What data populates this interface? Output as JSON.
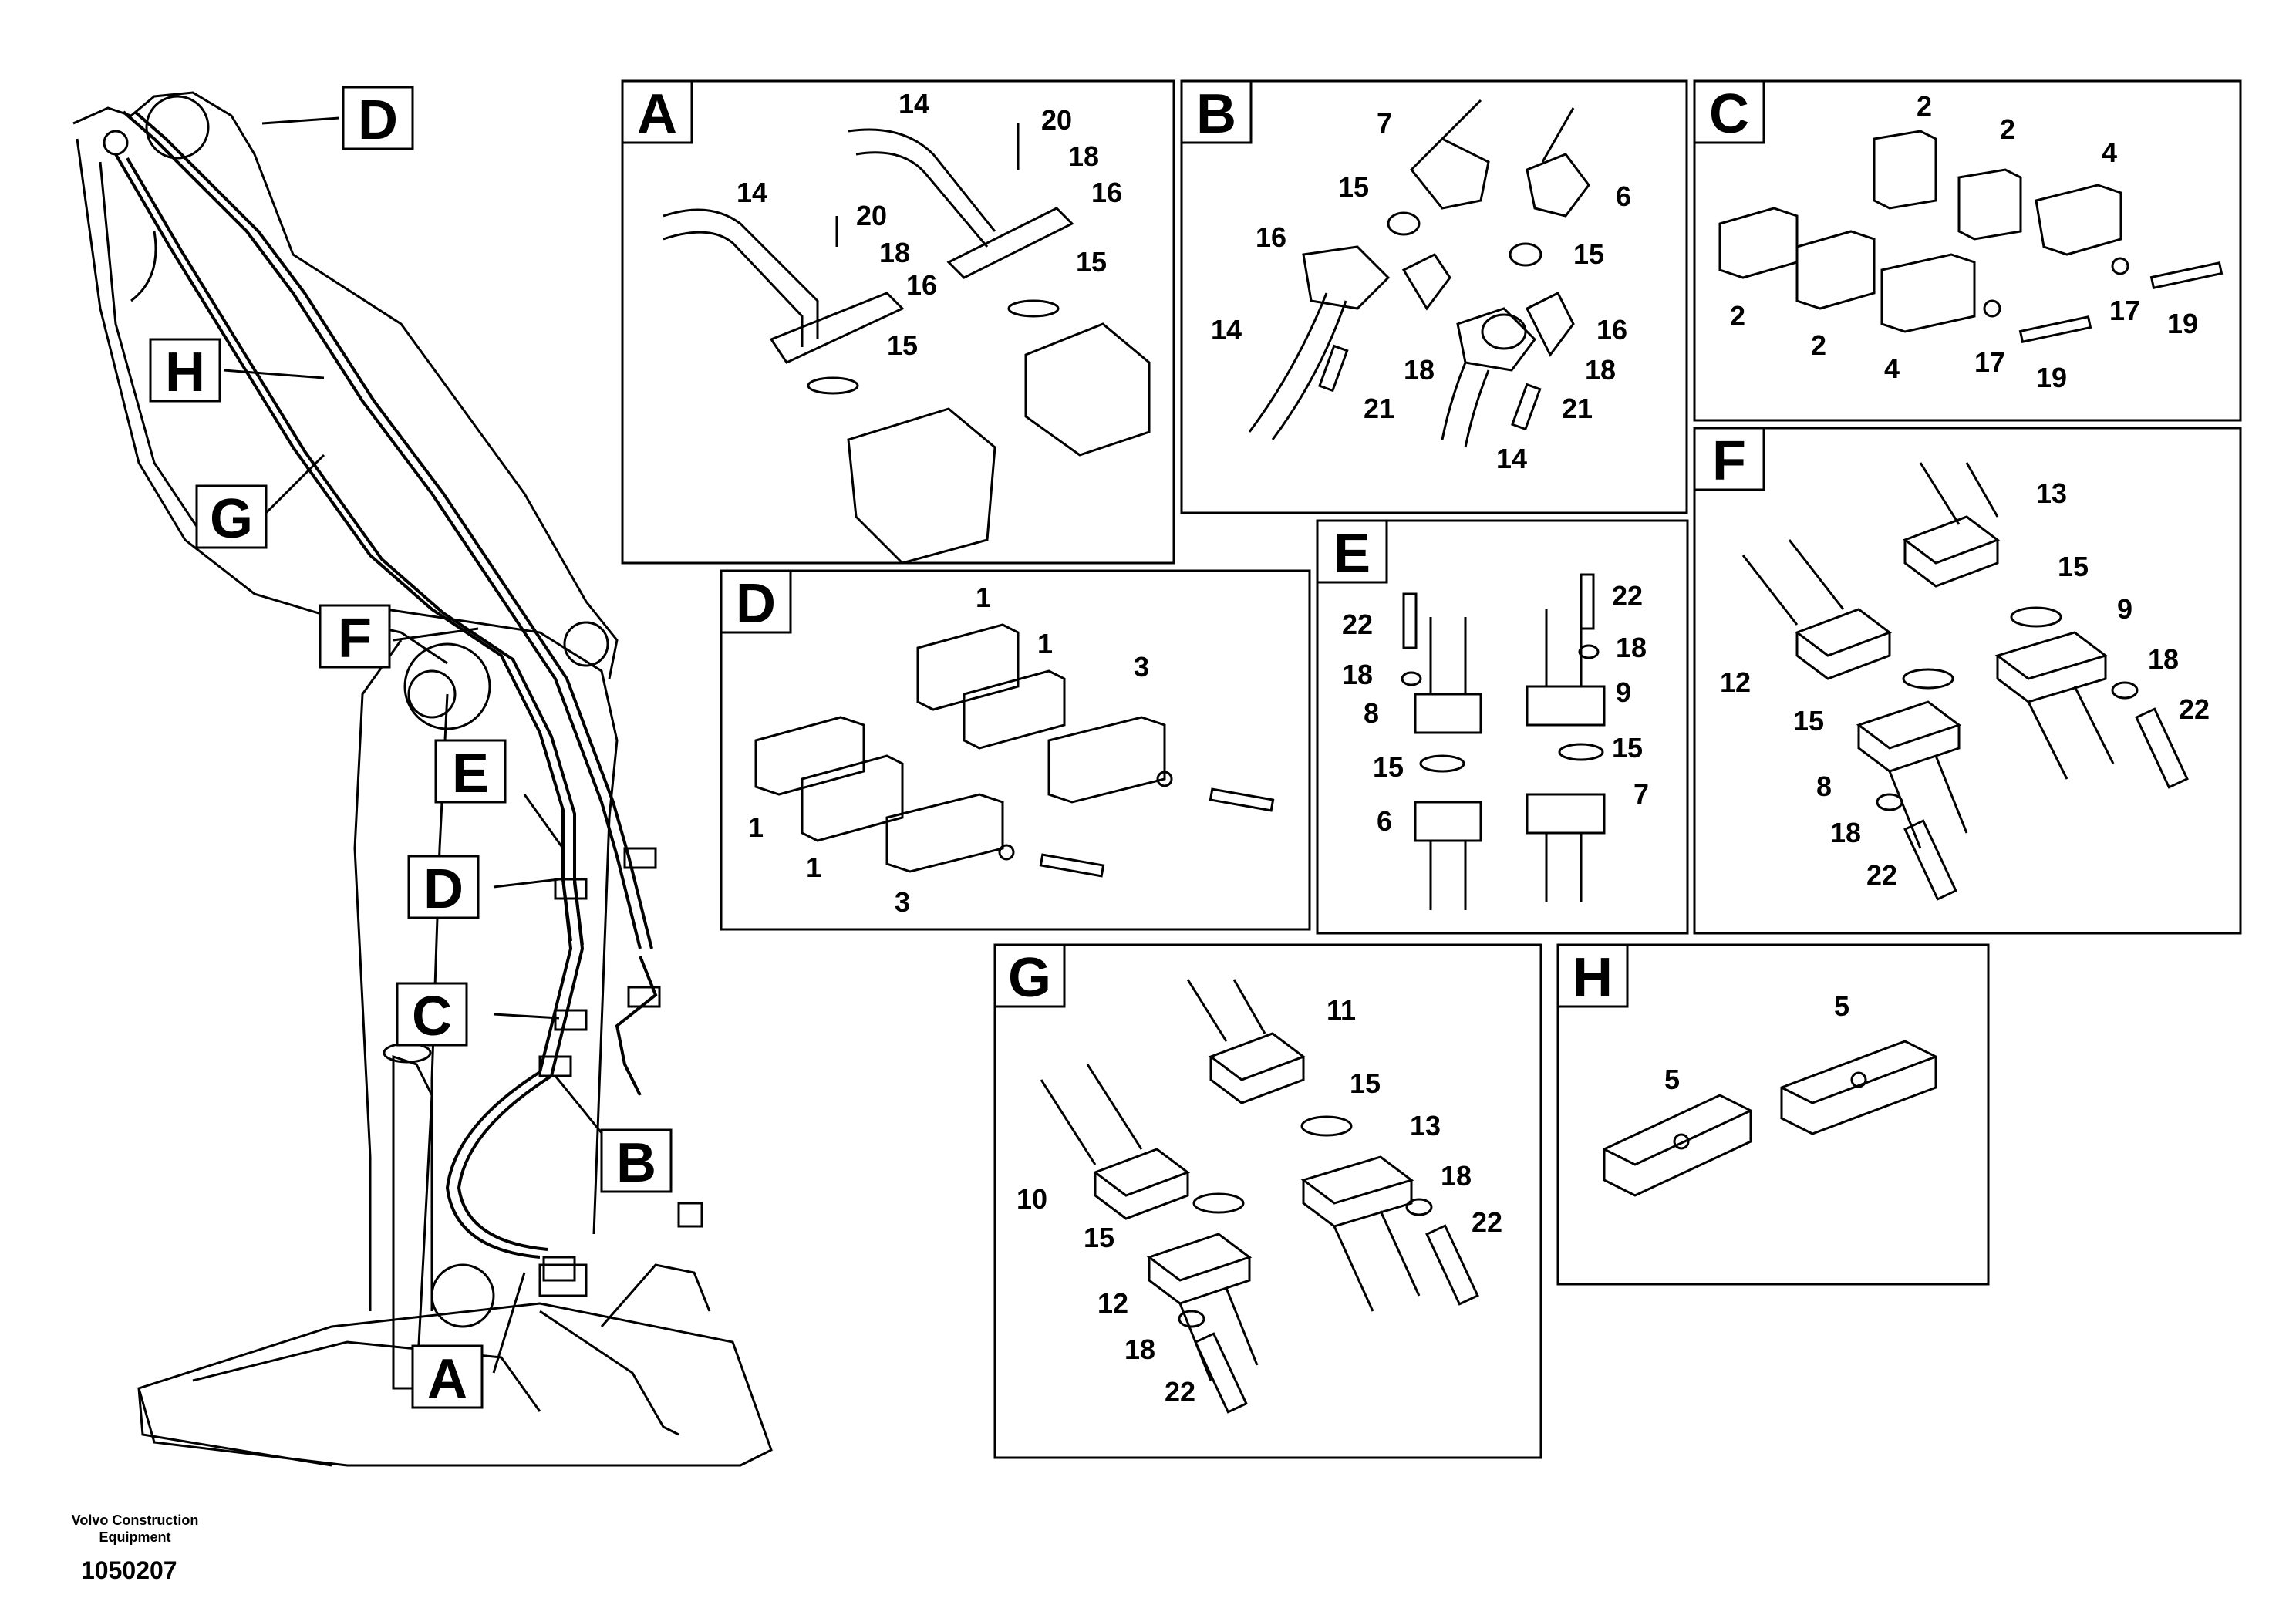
{
  "main_view": {
    "callouts": [
      "D",
      "H",
      "G",
      "F",
      "E",
      "D",
      "C",
      "B",
      "A"
    ]
  },
  "panels": {
    "A": {
      "title": "A",
      "labels": [
        "14",
        "20",
        "18",
        "16",
        "15",
        "14",
        "20",
        "18",
        "16",
        "15"
      ]
    },
    "B": {
      "title": "B",
      "labels": [
        "7",
        "6",
        "15",
        "15",
        "16",
        "16",
        "14",
        "18",
        "18",
        "21",
        "21",
        "14"
      ]
    },
    "C": {
      "title": "C",
      "labels": [
        "2",
        "2",
        "4",
        "2",
        "2",
        "4",
        "17",
        "17",
        "19",
        "19"
      ]
    },
    "D": {
      "title": "D",
      "labels": [
        "1",
        "1",
        "3",
        "1",
        "1",
        "3"
      ]
    },
    "E": {
      "title": "E",
      "labels": [
        "22",
        "22",
        "18",
        "18",
        "8",
        "9",
        "15",
        "15",
        "6",
        "7"
      ]
    },
    "F": {
      "title": "F",
      "labels": [
        "13",
        "15",
        "9",
        "18",
        "22",
        "12",
        "15",
        "8",
        "18",
        "22"
      ]
    },
    "G": {
      "title": "G",
      "labels": [
        "11",
        "15",
        "13",
        "18",
        "22",
        "10",
        "15",
        "12",
        "18",
        "22"
      ]
    },
    "H": {
      "title": "H",
      "labels": [
        "5",
        "5"
      ]
    }
  },
  "footer": {
    "company": "Volvo Construction Equipment",
    "drawing_number": "1050207"
  }
}
